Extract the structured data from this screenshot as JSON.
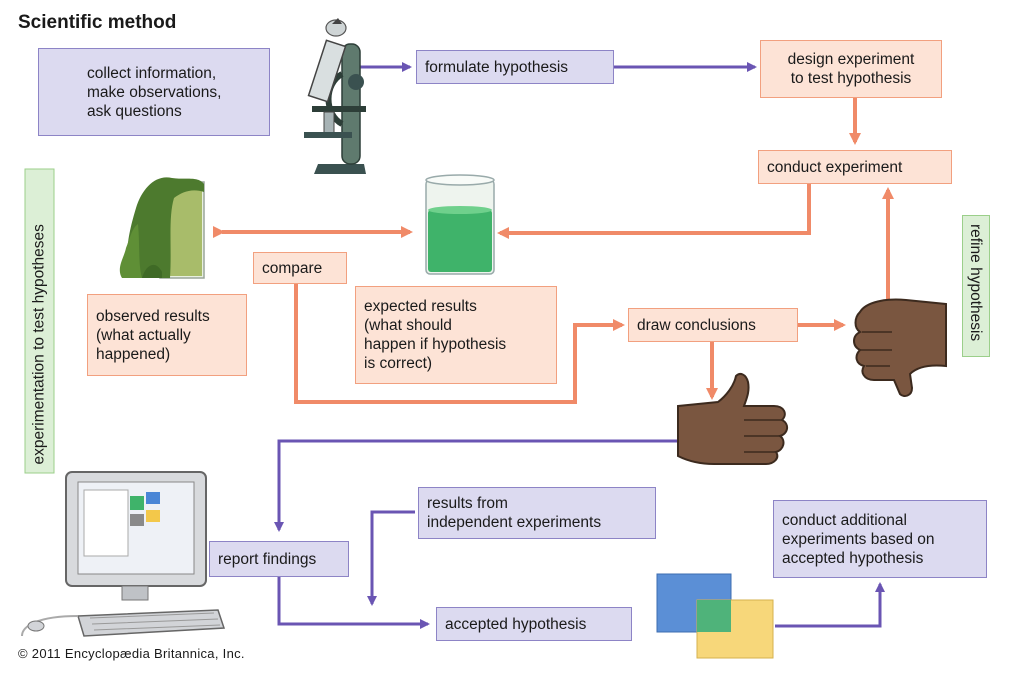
{
  "title": "Scientific method",
  "copyright": "© 2011 Encyclopædia Britannica, Inc.",
  "colors": {
    "purple_arrow": "#6a55b3",
    "orange_arrow": "#f08a68",
    "purple_fill": "#dcdaf0",
    "orange_fill": "#fde3d6",
    "green_fill": "#dcefd6"
  },
  "boxes": {
    "collect": [
      "collect information,",
      "make observations,",
      "ask questions"
    ],
    "formulate": [
      "formulate hypothesis"
    ],
    "design": [
      "design experiment",
      "to test hypothesis"
    ],
    "conduct": [
      "conduct experiment"
    ],
    "compare": [
      "compare"
    ],
    "observed": [
      "observed results",
      "(what actually",
      "happened)"
    ],
    "expected": [
      "expected results",
      "(what should",
      "happen if hypothesis",
      "is correct)"
    ],
    "draw": [
      "draw conclusions"
    ],
    "report": [
      "report findings"
    ],
    "independent": [
      "results from",
      "independent experiments"
    ],
    "accepted": [
      "accepted hypothesis"
    ],
    "additional": [
      "conduct additional",
      "experiments based on",
      "accepted hypothesis"
    ]
  },
  "side_labels": {
    "left": "experimentation to test hypotheses",
    "right": "refine hypothesis"
  },
  "icons": {
    "question": "?",
    "microscope": "microscope-icon",
    "beaker_overflow": "overflowing-beaker-icon",
    "beaker": "beaker-icon",
    "thumbs_down": "thumbs-down-icon",
    "thumbs_up": "thumbs-up-icon",
    "computer": "computer-icon",
    "overlap_squares": "overlapping-squares-icon"
  }
}
